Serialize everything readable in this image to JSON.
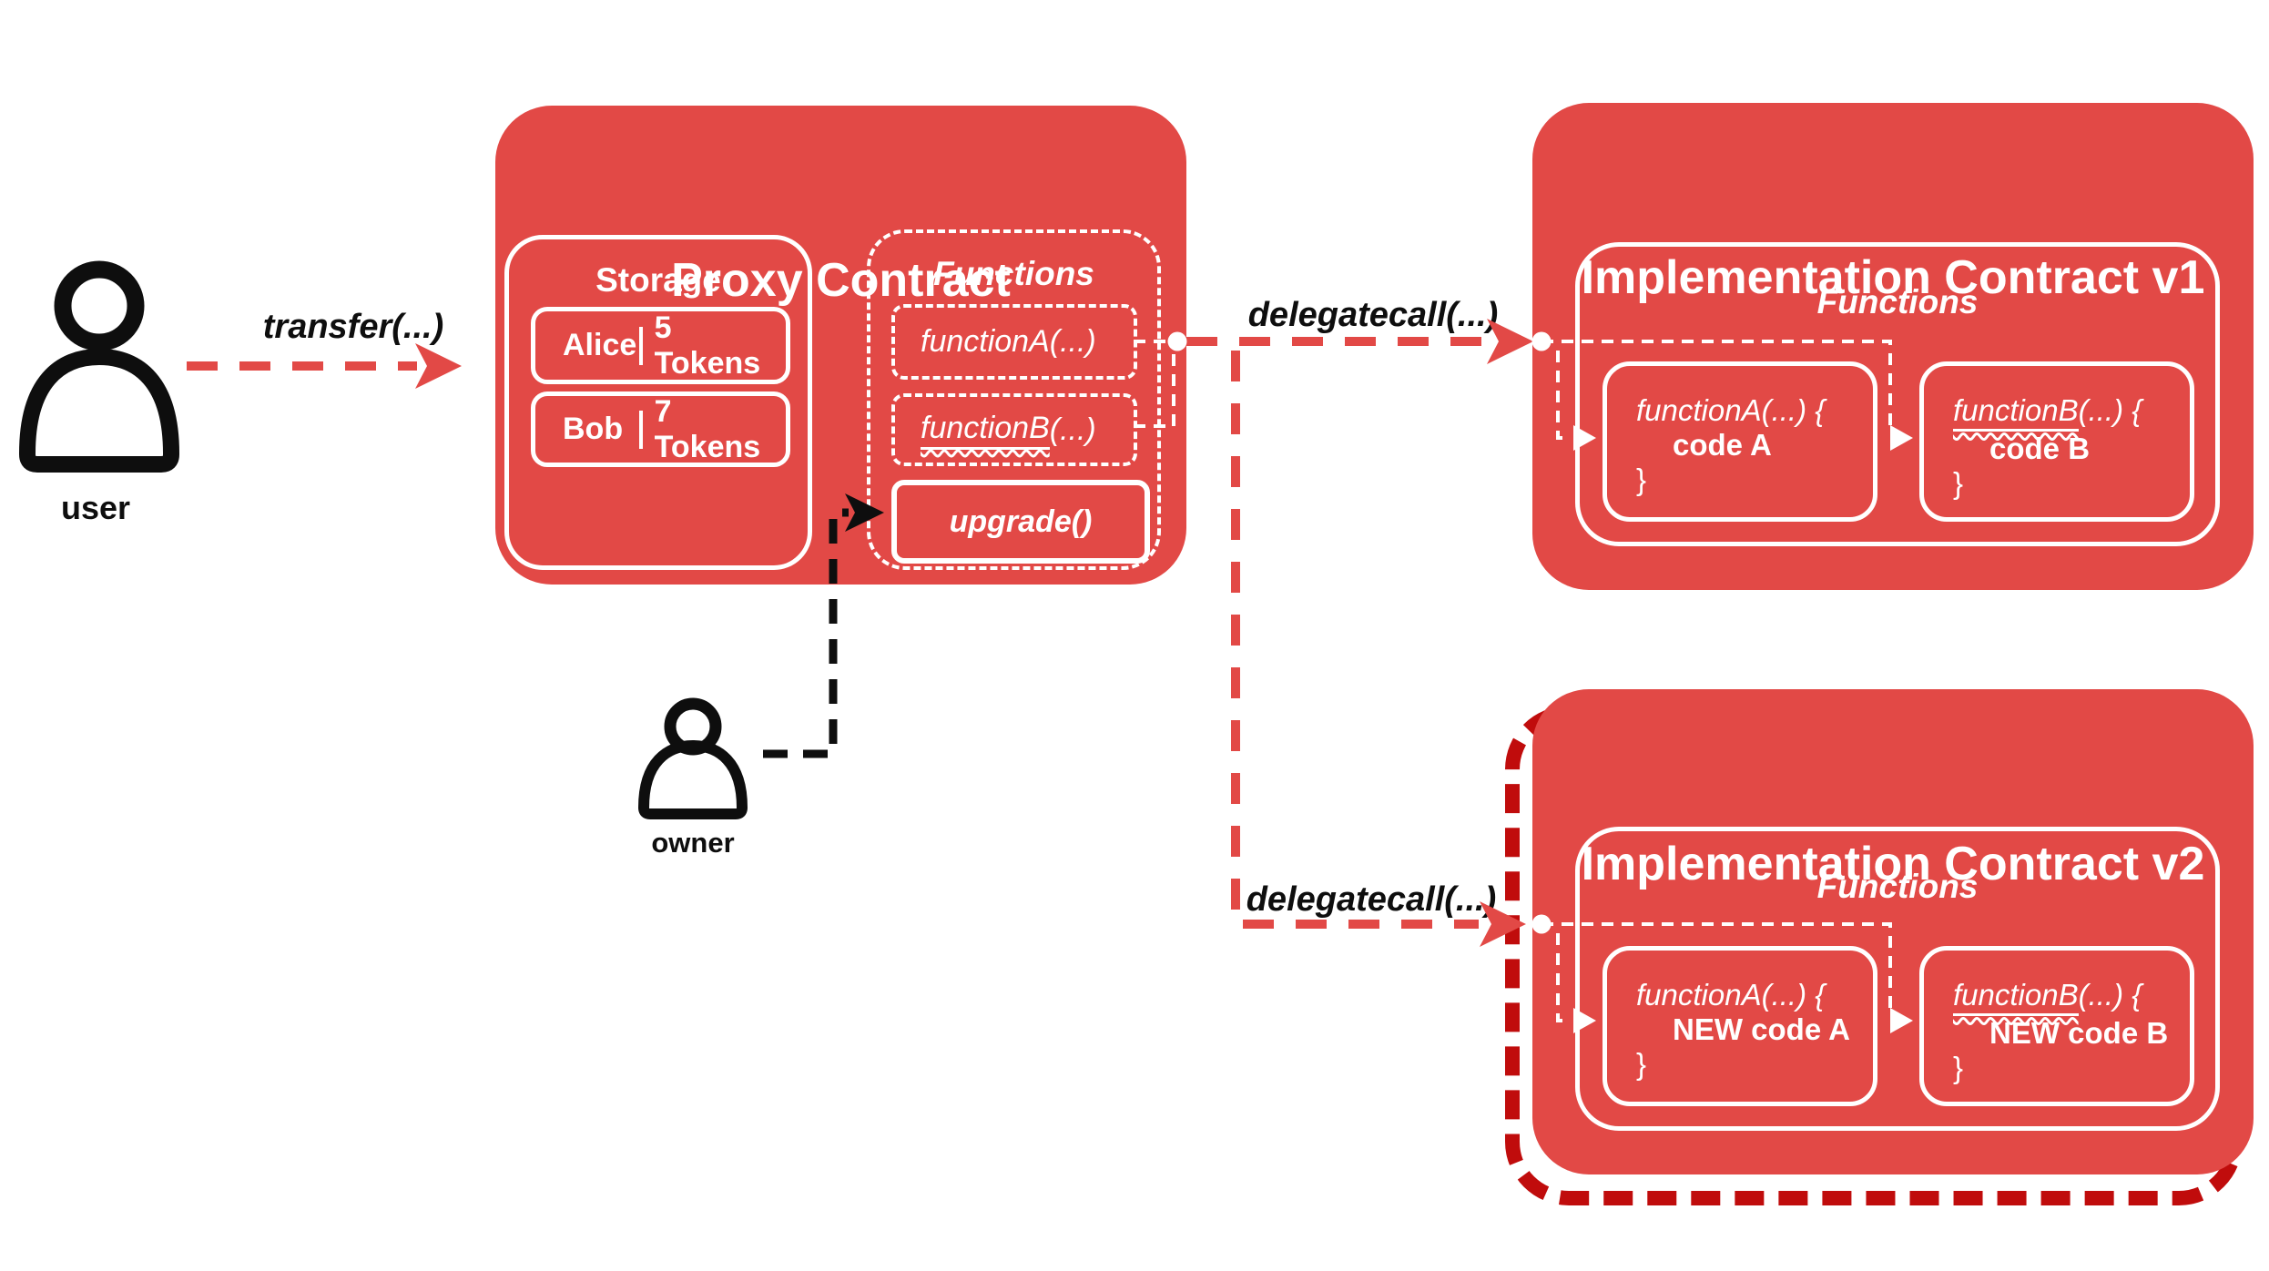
{
  "colors": {
    "red": "#E24946",
    "darkred": "#C00C0C",
    "ink": "#0E0E0E"
  },
  "actors": {
    "user": {
      "label": "user"
    },
    "owner": {
      "label": "owner"
    }
  },
  "arrows": {
    "transfer": {
      "label": "transfer(...)"
    },
    "delegatecall_v1": {
      "label": "delegatecall(...)"
    },
    "delegatecall_v2": {
      "label": "delegatecall(...)"
    }
  },
  "proxy": {
    "title": "Proxy Contract",
    "storage": {
      "title": "Storage",
      "rows": [
        {
          "name": "Alice",
          "value": "5 Tokens"
        },
        {
          "name": "Bob",
          "value": "7 Tokens"
        }
      ]
    },
    "functions": {
      "title": "Functions",
      "function_a": {
        "label": "functionA(...)"
      },
      "function_b": {
        "name": "functionB",
        "args": "(...)"
      },
      "upgrade": {
        "label": "upgrade()"
      }
    }
  },
  "implementation_v1": {
    "title": "Implementation Contract v1",
    "functions": {
      "title": "Functions",
      "function_a": {
        "signature": "functionA(...) {",
        "body": "code A",
        "close": "}"
      },
      "function_b": {
        "name": "functionB",
        "signature_rest": "(...) {",
        "body": "code B",
        "close": "}"
      }
    }
  },
  "implementation_v2": {
    "title": "Implementation Contract v2",
    "functions": {
      "title": "Functions",
      "function_a": {
        "signature": "functionA(...) {",
        "body": "NEW code A",
        "close": "}"
      },
      "function_b": {
        "name": "functionB",
        "signature_rest": "(...) {",
        "body": "NEW code B",
        "close": "}"
      }
    }
  }
}
